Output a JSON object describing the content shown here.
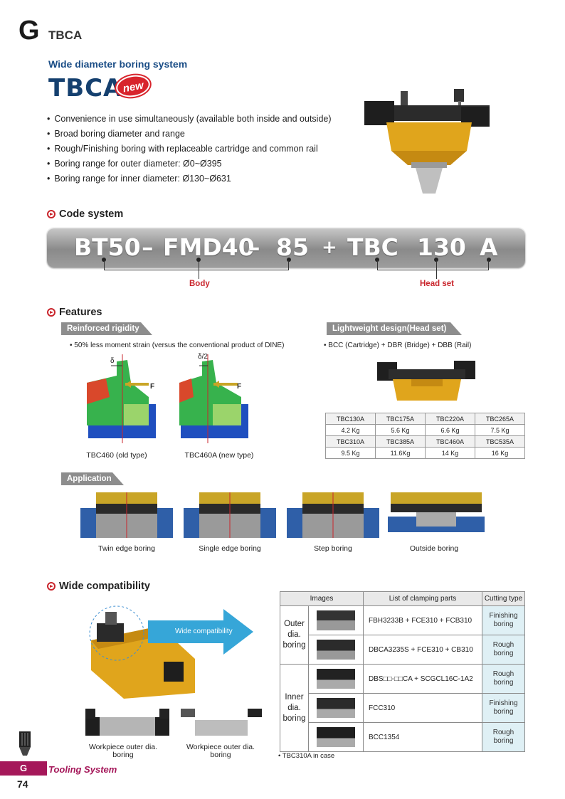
{
  "header": {
    "letter": "G",
    "title": "TBCA"
  },
  "subtitle": "Wide diameter boring system",
  "logo": {
    "text": "TBCA",
    "badge": "new"
  },
  "bullets": [
    "Convenience in use simultaneously (available both inside and outside)",
    "Broad boring diameter and range",
    "Rough/Finishing boring with replaceable cartridge and common rail",
    "Boring range for outer diameter: Ø0~Ø395",
    "Boring range for inner diameter: Ø130~Ø631"
  ],
  "code_system": {
    "heading": "Code system",
    "parts": [
      "BT50",
      "–",
      "FMD40",
      "–",
      "85",
      "+",
      "TBC",
      "130",
      "A"
    ],
    "body_label": "Body",
    "head_label": "Head set"
  },
  "features": {
    "heading": "Features",
    "rigidity": {
      "tab": "Reinforced rigidity",
      "note": "• 50% less moment strain (versus the conventional product of DINE)",
      "delta1": "δ",
      "delta2": "δ/2",
      "force": "F",
      "caption_old": "TBC460 (old type)",
      "caption_new": "TBC460A (new type)"
    },
    "lightweight": {
      "tab": "Lightweight design(Head set)",
      "note": "• BCC (Cartridge) + DBR (Bridge) + DBB (Rail)",
      "rows": [
        [
          "TBC130A",
          "TBC175A",
          "TBC220A",
          "TBC265A"
        ],
        [
          "4.2 Kg",
          "5.6 Kg",
          "6.6 Kg",
          "7.5 Kg"
        ],
        [
          "TBC310A",
          "TBC385A",
          "TBC460A",
          "TBC535A"
        ],
        [
          "9.5 Kg",
          "11.6Kg",
          "14 Kg",
          "16 Kg"
        ]
      ]
    }
  },
  "application": {
    "tab": "Application",
    "items": [
      "Twin edge boring",
      "Single edge boring",
      "Step boring",
      "Outside boring"
    ]
  },
  "compatibility": {
    "heading": "Wide compatibility",
    "arrow_label": "Wide compatibility",
    "caption_left": "Workpiece outer dia. boring",
    "caption_right": "Workpiece outer dia. boring",
    "table": {
      "headers": [
        "Images",
        "List of clamping parts",
        "Cutting type"
      ],
      "group_outer": "Outer dia. boring",
      "group_inner": "Inner dia. boring",
      "rows": [
        {
          "parts": "FBH3233B + FCE310 + FCB310",
          "cut": "Finishing boring"
        },
        {
          "parts": "DBCA3235S + FCE310 + CB310",
          "cut": "Rough boring"
        },
        {
          "parts": "DBS□□-□□CA + SCGCL16C-1A2",
          "cut": "Rough boring"
        },
        {
          "parts": "FCC310",
          "cut": "Finishing boring"
        },
        {
          "parts": "BCC1354",
          "cut": "Rough boring"
        }
      ],
      "note": "• TBC310A in case"
    }
  },
  "footer": {
    "tab_letter": "G",
    "section": "Tooling System",
    "page": "74"
  },
  "colors": {
    "navy": "#15406f",
    "red": "#c9252c",
    "magenta": "#a5185a",
    "gold": "#e0a51c"
  }
}
